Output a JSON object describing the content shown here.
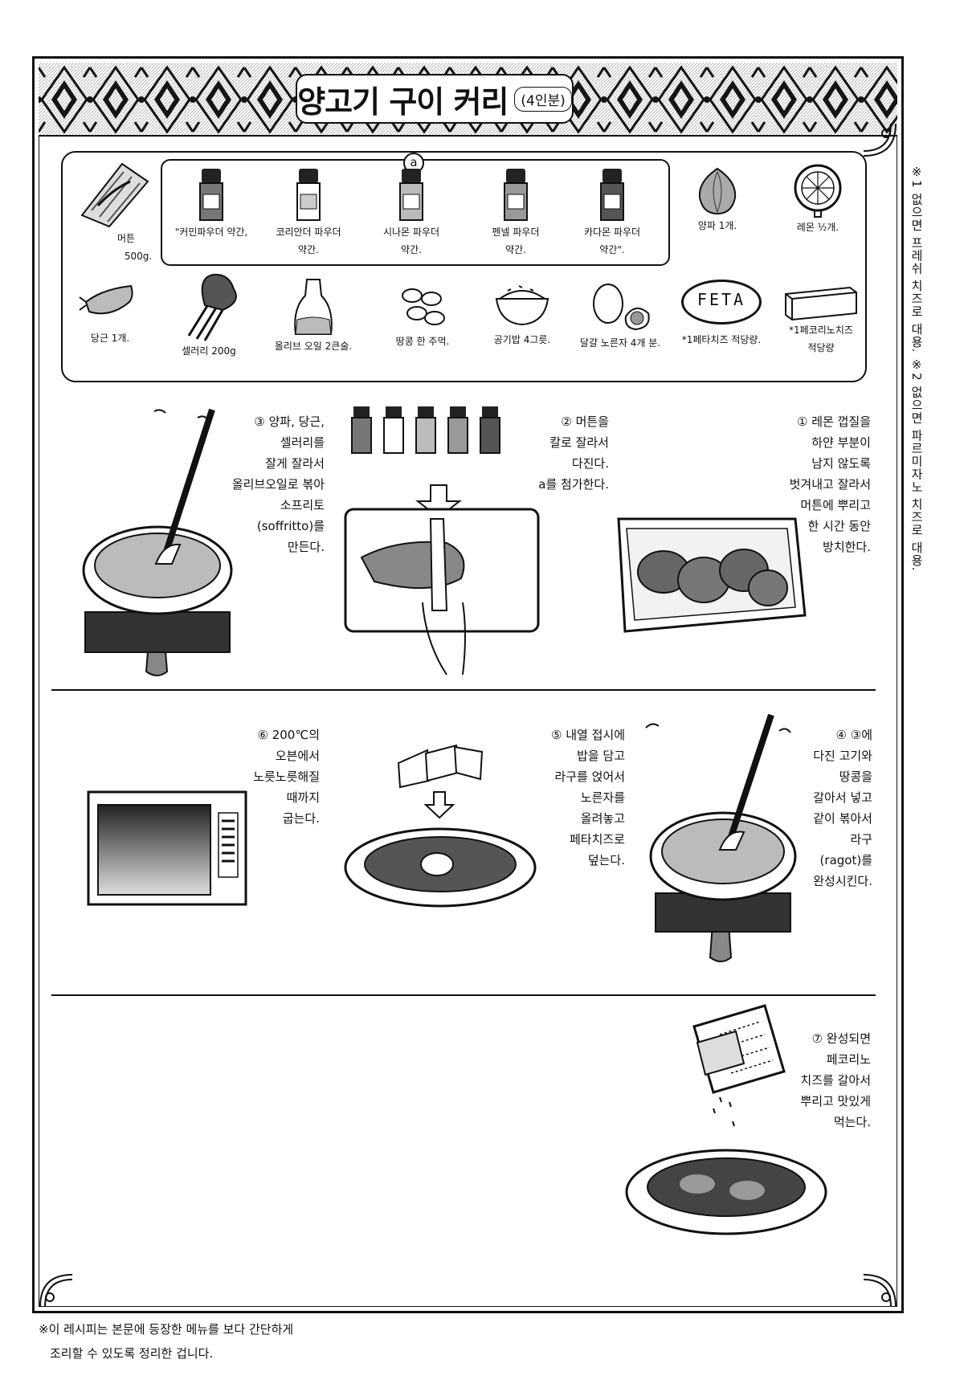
{
  "title": {
    "main": "양고기 구이 커리",
    "servings": "(4인분)"
  },
  "side_note": "※1 없으면 프레쉬 치즈로 대용. ※2 없으면 파르미자노 치즈로 대용.",
  "spice_group_label": "a",
  "ingredients_top": [
    {
      "name": "mutton",
      "icon": "mutton-icon",
      "lines": [
        "머튼",
        "500g."
      ]
    },
    {
      "name": "cumin",
      "icon": "spice-jar-icon",
      "lines": [
        "\"커민파우더 약간,"
      ]
    },
    {
      "name": "coriander",
      "icon": "spice-jar-icon",
      "lines": [
        "코리안더 파우더",
        "약간."
      ]
    },
    {
      "name": "cinnamon",
      "icon": "spice-jar-icon",
      "lines": [
        "시나몬 파우더",
        "약간."
      ]
    },
    {
      "name": "fennel",
      "icon": "spice-jar-icon",
      "lines": [
        "펜넬 파우더",
        "약간."
      ]
    },
    {
      "name": "cardamom",
      "icon": "spice-jar-icon",
      "lines": [
        "카다몬 파우더",
        "약간\"."
      ]
    },
    {
      "name": "onion",
      "icon": "onion-icon",
      "lines": [
        "양파 1개."
      ]
    },
    {
      "name": "lemon",
      "icon": "lemon-icon",
      "lines": [
        "레몬 ½개."
      ]
    }
  ],
  "ingredients_bottom": [
    {
      "name": "carrot",
      "icon": "carrot-icon",
      "lines": [
        "당근 1개."
      ]
    },
    {
      "name": "celery",
      "icon": "celery-icon",
      "lines": [
        "셀러리 200g"
      ]
    },
    {
      "name": "olive-oil",
      "icon": "olive-oil-icon",
      "lines": [
        "올리브 오일 2큰술."
      ]
    },
    {
      "name": "peanuts",
      "icon": "peanut-icon",
      "lines": [
        "땅콩 한 주먹."
      ]
    },
    {
      "name": "rice",
      "icon": "rice-bowl-icon",
      "lines": [
        "공기밥 4그릇."
      ]
    },
    {
      "name": "egg-yolk",
      "icon": "egg-icon",
      "lines": [
        "달걀 노른자 4개 분."
      ]
    },
    {
      "name": "feta",
      "icon": "feta-cheese-icon",
      "lines": [
        "*1페타치즈 적당량."
      ],
      "badge": "FETA"
    },
    {
      "name": "pecorino",
      "icon": "cheese-block-icon",
      "lines": [
        "*1페코리노치즈",
        "적당량"
      ]
    }
  ],
  "steps": [
    {
      "num": "①",
      "lines": [
        "① 레몬 껍질을",
        "하얀 부분이",
        "남지 않도록",
        "벗겨내고 잘라서",
        "머튼에 뿌리고",
        "한 시간 동안",
        "방치한다."
      ]
    },
    {
      "num": "②",
      "lines": [
        "② 머튼을",
        "칼로 잘라서",
        "다진다.",
        "a를 첨가한다."
      ]
    },
    {
      "num": "③",
      "lines": [
        "③ 양파, 당근,",
        "셀러리를",
        "잘게 잘라서",
        "올리브오일로 볶아",
        "소프리토",
        "(soffritto)를",
        "만든다."
      ]
    },
    {
      "num": "④",
      "lines": [
        "④ ③에",
        "다진 고기와",
        "땅콩을",
        "갈아서 넣고",
        "같이 볶아서",
        "라구",
        "(ragot)를",
        "완성시킨다."
      ]
    },
    {
      "num": "⑤",
      "lines": [
        "⑤ 내열 접시에",
        "밥을 담고",
        "라구를 얹어서",
        "노른자를",
        "올려놓고",
        "페타치즈로",
        "덮는다."
      ]
    },
    {
      "num": "⑥",
      "lines": [
        "⑥ 200℃의",
        "오븐에서",
        "노릇노릇해질",
        "때까지",
        "굽는다."
      ]
    },
    {
      "num": "⑦",
      "lines": [
        "⑦ 완성되면",
        "페코리노",
        "치즈를 갈아서",
        "뿌리고 맛있게",
        "먹는다."
      ]
    }
  ],
  "footnote": [
    "※이 레시피는 본문에 등장한 메뉴를 보다 간단하게",
    "조리할 수 있도록 정리한 겁니다."
  ]
}
